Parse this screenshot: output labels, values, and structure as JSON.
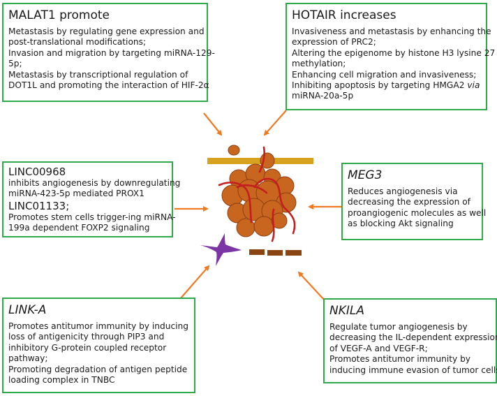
{
  "malat1": {
    "title": "MALAT1 promote",
    "lines": [
      "Metastasis by regulating gene expression and",
      "post-translational modifications;",
      "Invasion and migration by targeting miRNA-129-",
      "5p;",
      "Metastasis by transcriptional regulation of",
      "DOT1L and promoting the interaction of HIF-2α"
    ]
  },
  "hotair": {
    "title": "HOTAIR increases",
    "lines": [
      "Invasiveness and metastasis  by enhancing the",
      "expression of PRC2;",
      "Altering the epigenome by histone H3 lysine 27",
      "methylation;",
      "Enhancing cell migration and invasiveness;"
    ],
    "line6_pre": "Inhibiting apoptosis by targeting HMGA2 ",
    "line6_ital": "via",
    "line7": "miRNA-20a-5p"
  },
  "linc": {
    "title1": "LINC00968",
    "desc1": [
      "inhibits angiogenesis by downregulating",
      "miRNA-423-5p mediated PROX1"
    ],
    "title2": "LINC01133;",
    "desc2": [
      "Promotes stem cells trigger-ing miRNA-",
      "199a dependent FOXP2 signaling"
    ]
  },
  "meg3": {
    "title": "MEG3",
    "lines": [
      "Reduces angiogenesis via",
      "decreasing the expression of",
      "proangiogenic molecules as well",
      "as blocking Akt signaling"
    ]
  },
  "linka": {
    "title": "LINK-A",
    "lines": [
      "Promotes antitumor immunity by inducing",
      "loss of antigenicity through PIP3 and",
      "inhibitory G-protein coupled receptor",
      "pathway;",
      "Promoting degradation of antigen peptide",
      "loading complex in TNBC"
    ]
  },
  "nkila": {
    "title": "NKILA",
    "lines": [
      "Regulate tumor angiogenesis by",
      "decreasing the IL-dependent expression",
      "of VEGF-A and VEGF-R;",
      "Promotes antitumor immunity by",
      "inducing immune evasion of tumor cells"
    ]
  },
  "colors": {
    "box_border": "#2faa4a",
    "arrow": "#f07a22",
    "tumor": "#c8651f",
    "vessel": "#c41e1e",
    "membrane": "#d7a21e",
    "star": "#7b35a5",
    "bricks": "#8b4513"
  }
}
